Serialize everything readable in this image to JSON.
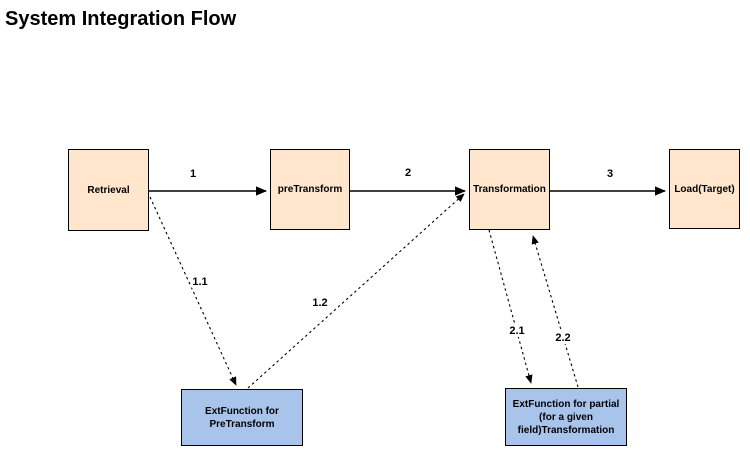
{
  "title": "System Integration Flow",
  "colors": {
    "background": "#FFFFFF",
    "text": "#000000",
    "arrow": "#000000",
    "process_fill": "#FFE6CC",
    "process_border": "#000000",
    "external_fill": "#A9C4EB",
    "external_border": "#000000"
  },
  "nodes": {
    "retrieval": {
      "label": "Retrieval"
    },
    "pre_transform": {
      "label": "preTransform"
    },
    "transformation": {
      "label": "Transformation"
    },
    "load_target": {
      "label": "Load(Target)"
    },
    "ext_pretransform": {
      "label": "ExtFunction for PreTransform"
    },
    "ext_partial": {
      "label": "ExtFunction for partial (for a given field)Transformation"
    }
  },
  "edges": {
    "e1": {
      "label": "1",
      "from": "Retrieval",
      "to": "preTransform",
      "style": "solid"
    },
    "e2": {
      "label": "2",
      "from": "preTransform",
      "to": "Transformation",
      "style": "solid"
    },
    "e3": {
      "label": "3",
      "from": "Transformation",
      "to": "Load(Target)",
      "style": "solid"
    },
    "e11": {
      "label": "1.1",
      "from": "Retrieval",
      "to": "ExtFunction for PreTransform",
      "style": "dashed"
    },
    "e12": {
      "label": "1.2",
      "from": "ExtFunction for PreTransform",
      "to": "Transformation",
      "style": "dashed"
    },
    "e21": {
      "label": "2.1",
      "from": "Transformation",
      "to": "ExtFunction for partial (for a given field)Transformation",
      "style": "dashed"
    },
    "e22": {
      "label": "2.2",
      "from": "ExtFunction for partial (for a given field)Transformation",
      "to": "Transformation",
      "style": "dashed"
    }
  }
}
